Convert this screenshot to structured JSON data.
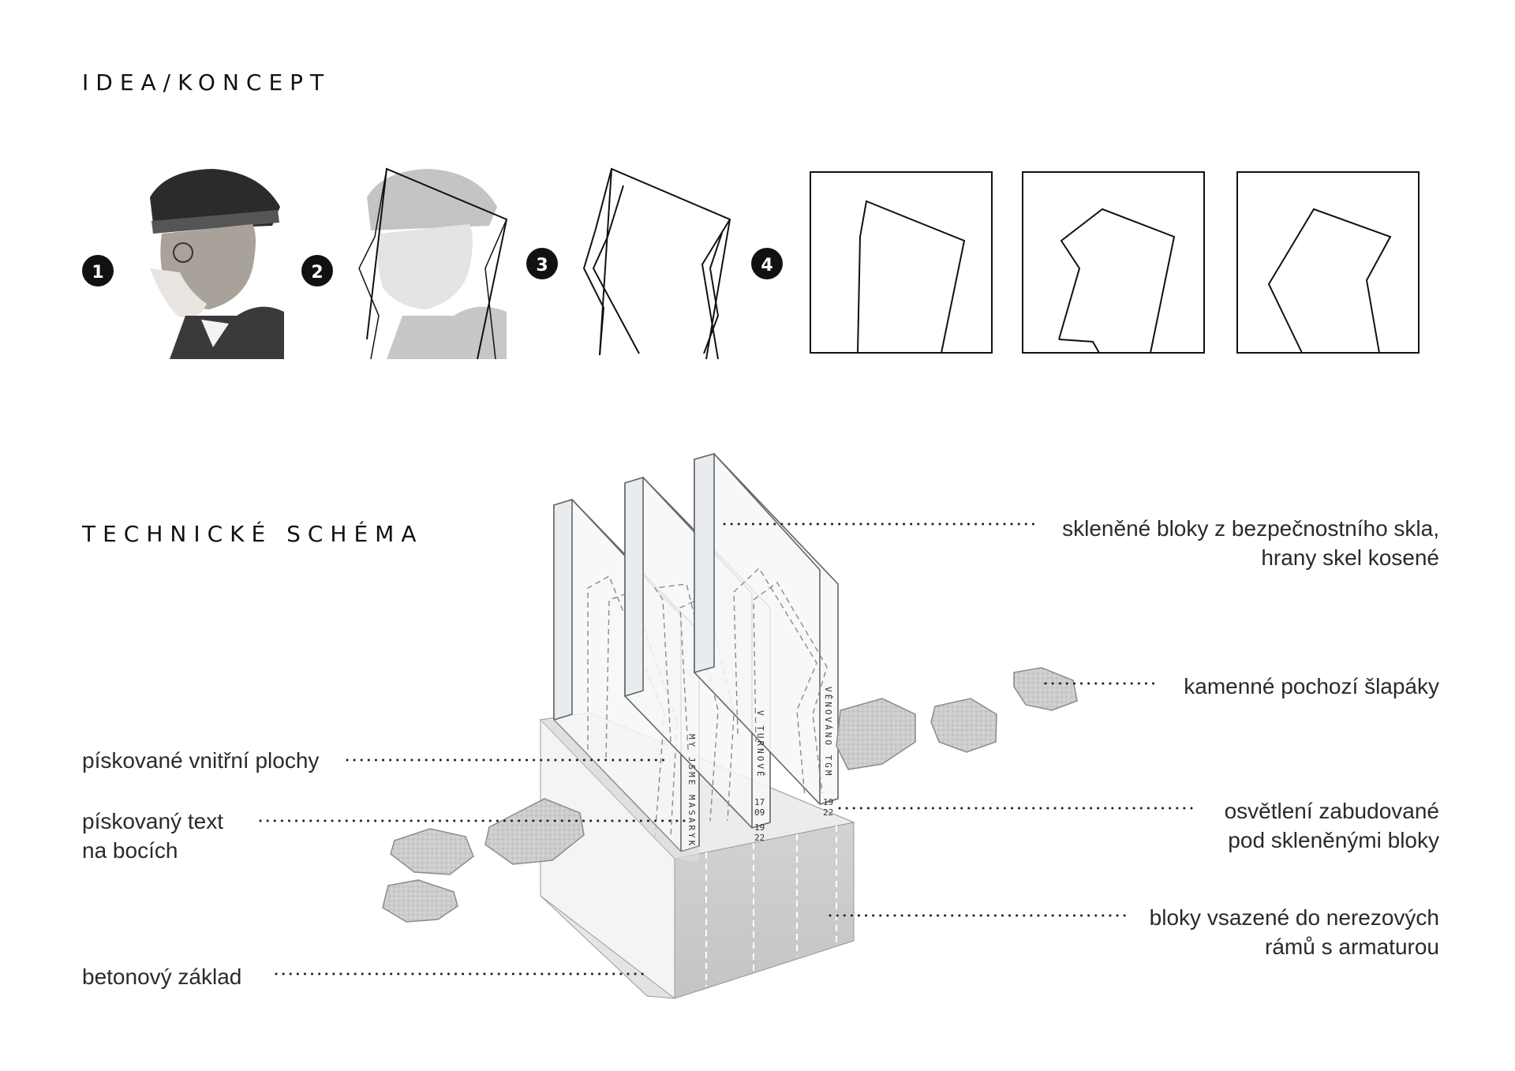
{
  "headings": {
    "idea": "IDEA/KONCEPT",
    "technical": "TECHNICKÉ SCHÉMA"
  },
  "steps": [
    "1",
    "2",
    "3",
    "4"
  ],
  "labels": {
    "glass_blocks": [
      "skleněné bloky z bezpečnostního skla,",
      "hrany skel kosené"
    ],
    "stepping_stones": [
      "kamenné pochozí šlapáky"
    ],
    "sandblasted_surfaces": [
      "pískované vnitřní plochy"
    ],
    "sandblasted_text": [
      "pískovaný text",
      "na bocích"
    ],
    "lighting": [
      "osvětlení zabudované",
      "pod skleněnými bloky"
    ],
    "frames": [
      "bloky vsazené do nerezových",
      "rámů s armaturou"
    ],
    "concrete_base": [
      "betonový základ"
    ]
  },
  "glass_inscriptions": {
    "left": "MY JSME MASARYK",
    "middle": "V TURNOVĚ",
    "middle_dates": [
      "17",
      "09",
      "19",
      "22"
    ],
    "right": "VĚNOVÁNO TGM",
    "right_dates": [
      "19",
      "22"
    ]
  },
  "colors": {
    "ink": "#111111",
    "label": "#2a2a2a",
    "concrete": "#d6d6d6",
    "stone": "#c9c6c6"
  }
}
